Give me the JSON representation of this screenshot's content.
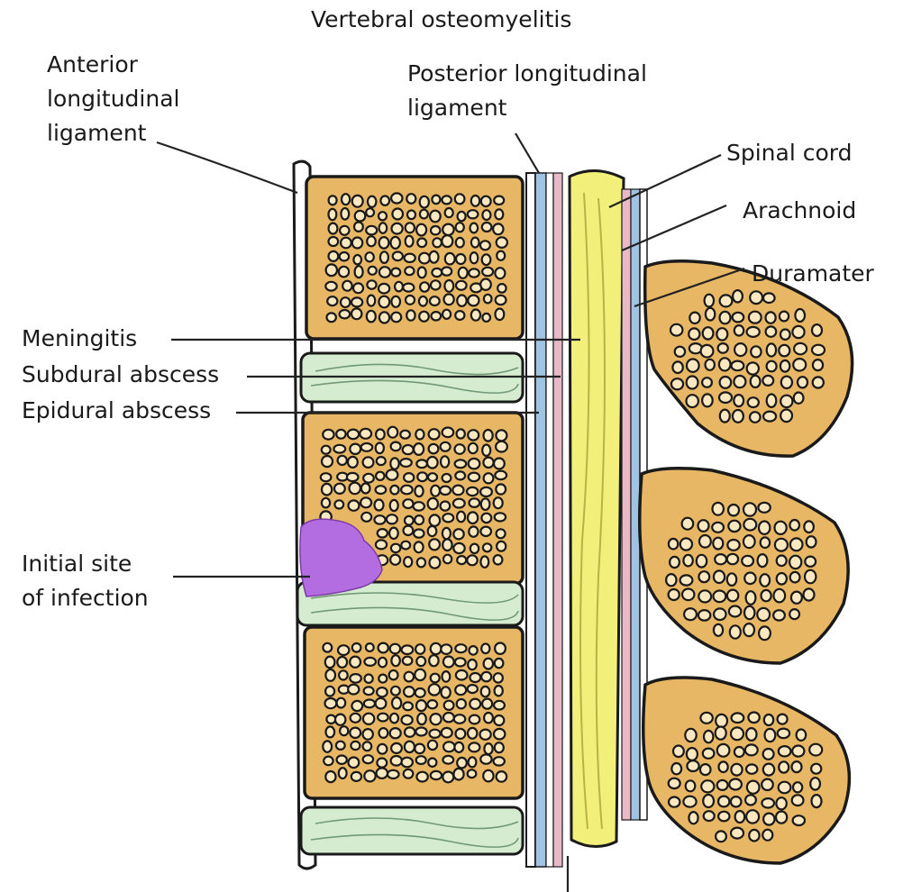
{
  "title": "Vertebral osteomyelitis",
  "labels": {
    "anterior_ligament": [
      "Anterior",
      "longitudinal",
      "ligament"
    ],
    "posterior_ligament": [
      "Posterior longitudinal",
      "ligament"
    ],
    "spinal_cord": "Spinal cord",
    "arachnoid": "Arachnoid",
    "duramater": "Duramater",
    "meningitis": "Meningitis",
    "subdural_abscess": "Subdural abscess",
    "epidural_abscess": "Epidural abscess",
    "initial_site": [
      "Initial site",
      "of infection"
    ]
  },
  "colors": {
    "bone": "#e8b766",
    "disc": "#d6ecd0",
    "cord": "#f2ef7a",
    "infection": "#b46de0",
    "dura_blue": "#9fc3e0",
    "arachnoid_pink": "#e9b9c8"
  }
}
